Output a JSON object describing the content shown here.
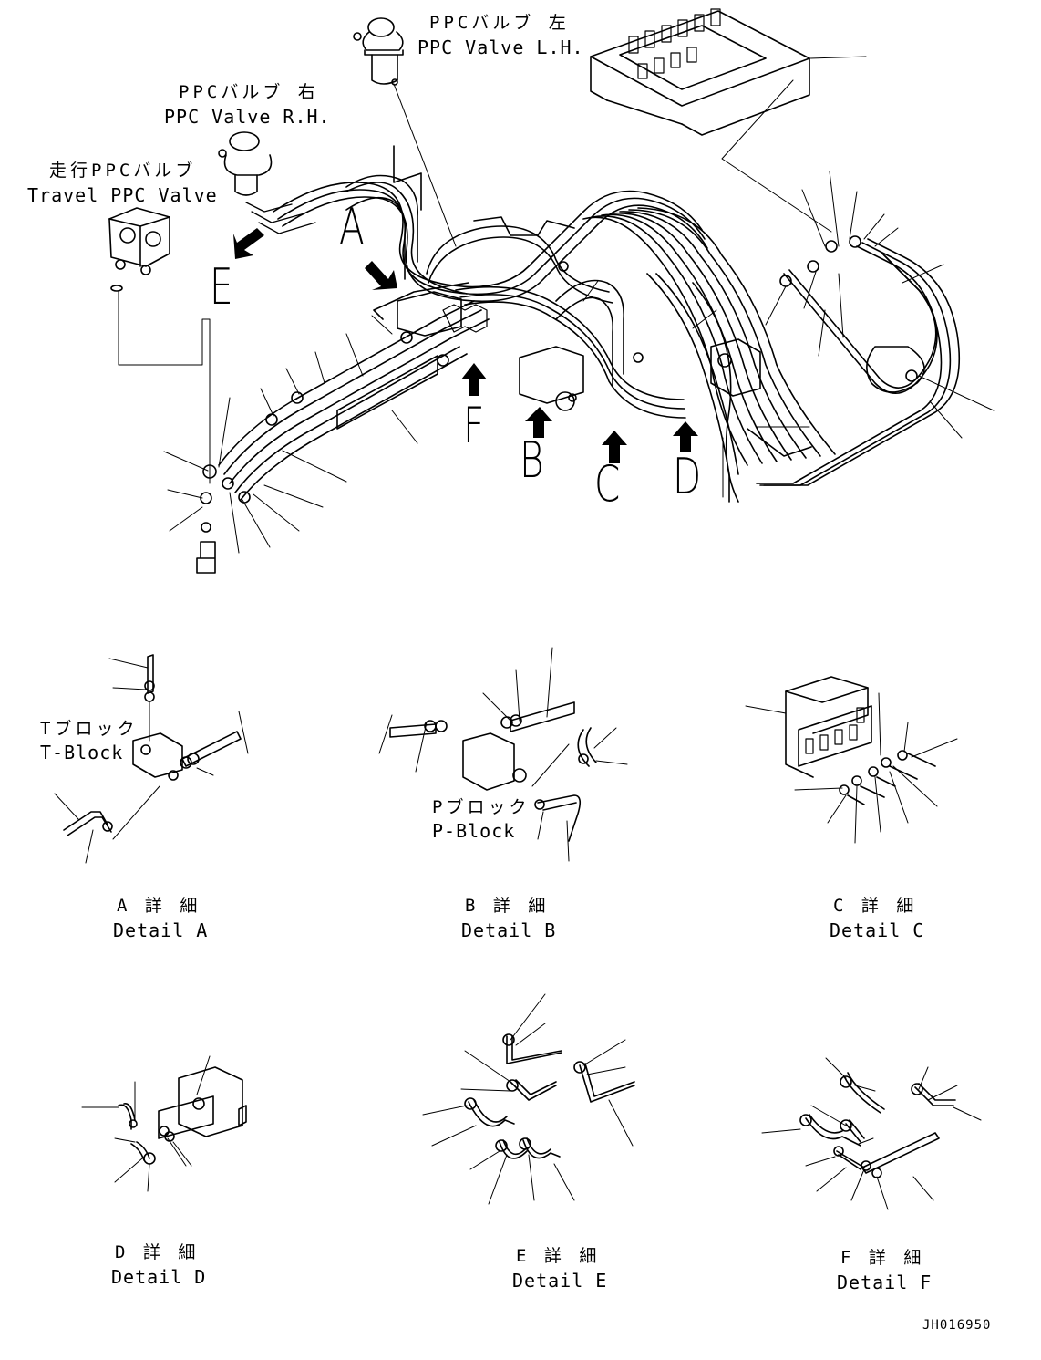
{
  "components": {
    "ppc_left": {
      "jp": "PPCバルブ 左",
      "en": "PPC Valve L.H."
    },
    "ppc_right": {
      "jp": "PPCバルブ 右",
      "en": "PPC Valve R.H."
    },
    "travel_ppc": {
      "jp": "走行PPCバルブ",
      "en": "Travel PPC Valve"
    }
  },
  "view_letters": [
    "A",
    "B",
    "C",
    "D",
    "E",
    "F"
  ],
  "blocks": {
    "t_block": {
      "jp": "Tブロック",
      "en": "T-Block"
    },
    "p_block": {
      "jp": "Pブロック",
      "en": "P-Block"
    }
  },
  "details": [
    {
      "jp": "A 詳 細",
      "en": "Detail A"
    },
    {
      "jp": "B 詳 細",
      "en": "Detail B"
    },
    {
      "jp": "C 詳 細",
      "en": "Detail C"
    },
    {
      "jp": "D 詳 細",
      "en": "Detail D"
    },
    {
      "jp": "E 詳 細",
      "en": "Detail E"
    },
    {
      "jp": "F 詳 細",
      "en": "Detail F"
    }
  ],
  "drawing_number": "JH016950"
}
